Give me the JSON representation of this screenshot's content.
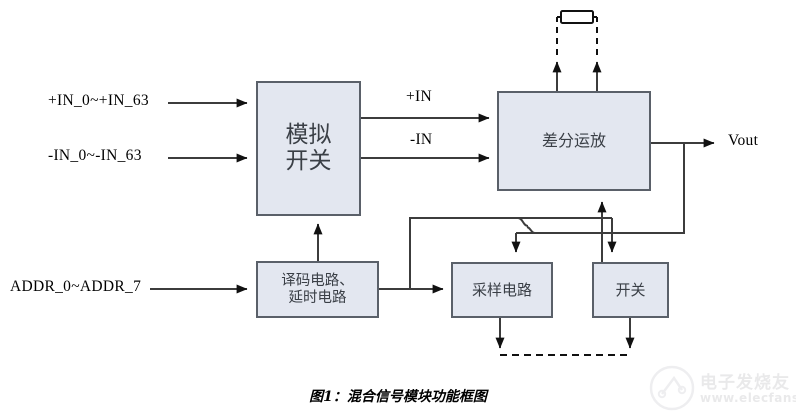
{
  "figure": {
    "caption": "图1：混合信号模块功能框图",
    "blocks": [
      {
        "id": "analog-switch",
        "line1": "模拟",
        "line2": "开关"
      },
      {
        "id": "diff-amp",
        "line1": "差分运放",
        "line2": ""
      },
      {
        "id": "decoder-delay",
        "line1": "译码电路、",
        "line2": "延时电路"
      },
      {
        "id": "sample-circuit",
        "line1": "采样电路",
        "line2": ""
      },
      {
        "id": "switch",
        "line1": "开关",
        "line2": ""
      }
    ],
    "signals": {
      "in_pos": "+IN_0~+IN_63",
      "in_neg": "-IN_0~-IN_63",
      "addr": "ADDR_0~ADDR_7",
      "amp_in_pos": "+IN",
      "amp_in_neg": "-IN",
      "vout": "Vout"
    },
    "components": {
      "feedback_resistor": "resistor"
    }
  },
  "watermark": {
    "brand": "电子发烧友",
    "url": "www.elecfans.com"
  },
  "colors": {
    "block_fill": "#e3e7f0",
    "block_stroke": "#5a6069",
    "wire": "#3c3c3c",
    "text": "#3a3f46"
  }
}
